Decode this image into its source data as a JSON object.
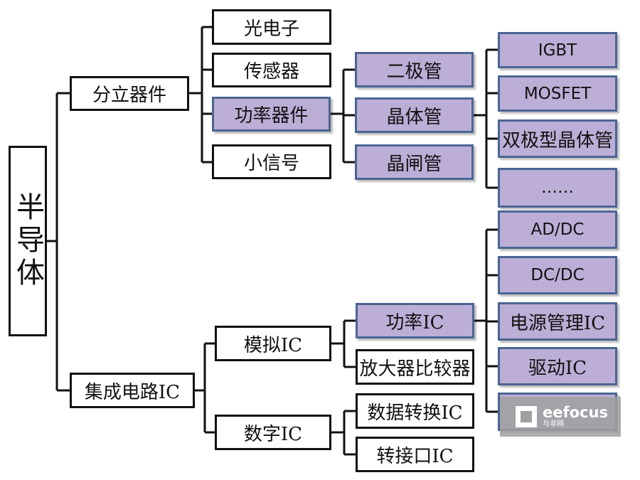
{
  "tree": {
    "root": "半导体",
    "discrete": {
      "label": "分立器件",
      "children": [
        "光电子",
        "传感器",
        "功率器件",
        "小信号"
      ]
    },
    "power_devices": [
      "二极管",
      "晶体管",
      "晶闸管"
    ],
    "transistors": [
      "IGBT",
      "MOSFET",
      "双极型晶体管",
      "……"
    ],
    "ic": {
      "label": "集成电路IC",
      "analog": "模拟IC",
      "digital": "数字IC"
    },
    "analog_children": [
      "功率IC",
      "放大器比较器"
    ],
    "digital_children": [
      "数据转换IC",
      "转接口IC"
    ],
    "power_ic_children": [
      "AD/DC",
      "DC/DC",
      "电源管理IC",
      "驱动IC"
    ]
  },
  "watermark": {
    "brand": "eefocus",
    "sub": "与非网"
  },
  "colors": {
    "highlight_fill": "#bcaed6",
    "highlight_border": "#4a6592",
    "line": "#111111"
  }
}
